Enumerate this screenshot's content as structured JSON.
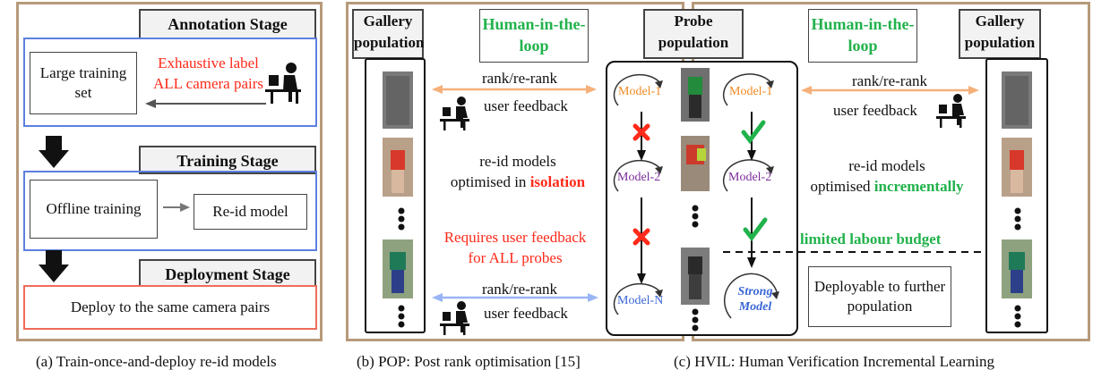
{
  "panel_a": {
    "annotation_stage": "Annotation Stage",
    "large_training_set": "Large training set",
    "exhaustive_label_line1": "Exhaustive label",
    "exhaustive_label_line2": "ALL camera pairs",
    "training_stage": "Training Stage",
    "offline_training": "Offline training",
    "reid_model": "Re-id model",
    "deployment_stage": "Deployment Stage",
    "deploy_text": "Deploy to the same camera pairs",
    "caption": "(a) Train-once-and-deploy re-id models"
  },
  "panel_b": {
    "gallery_population": "Gallery population",
    "human_in_the_loop": "Human-in-the-loop",
    "rank_rerank_top": "rank/re-rank",
    "user_feedback_top": "user feedback",
    "reid_models_line1": "re-id models",
    "optimised_in": "optimised in ",
    "isolation": "isolation",
    "requires_line1": "Requires user feedback",
    "requires_line2": "for ALL probes",
    "rank_rerank_bottom": "rank/re-rank",
    "user_feedback_bottom": "user feedback",
    "caption": "(b) POP: Post rank optimisation [15]"
  },
  "center": {
    "probe_population": "Probe population",
    "model_1_left": "Model-1",
    "model_2_left": "Model-2",
    "model_n": "Model-N",
    "model_1_right": "Model-1",
    "model_2_right": "Model-2",
    "strong_model": "Strong Model"
  },
  "panel_c": {
    "human_in_the_loop": "Human-in-the-loop",
    "gallery_population": "Gallery population",
    "rank_rerank": "rank/re-rank",
    "user_feedback": "user feedback",
    "reid_models_line1": "re-id models",
    "optimised": "optimised ",
    "incrementally": "incrementally",
    "limited_labour_budget": "limited labour budget",
    "deployable": "Deployable to further population",
    "caption": "(c) HVIL: Human Verification Incremental Learning"
  },
  "colors": {
    "panel_border": "#b79a7a",
    "stage_blue": "#5d7fe0",
    "deploy_red": "#f06b5b",
    "red_text": "#ff2a1a",
    "green_text": "#21b24b",
    "orange_arrow": "#f5b07a",
    "blue_arrow": "#9ab5f5",
    "model_orange": "#f08a24",
    "model_purple": "#7b2c9c",
    "model_blue": "#3a66d6"
  },
  "icons": [
    "person-at-computer-icon",
    "arrow-down-icon",
    "cross-mark-icon",
    "check-mark-icon"
  ]
}
